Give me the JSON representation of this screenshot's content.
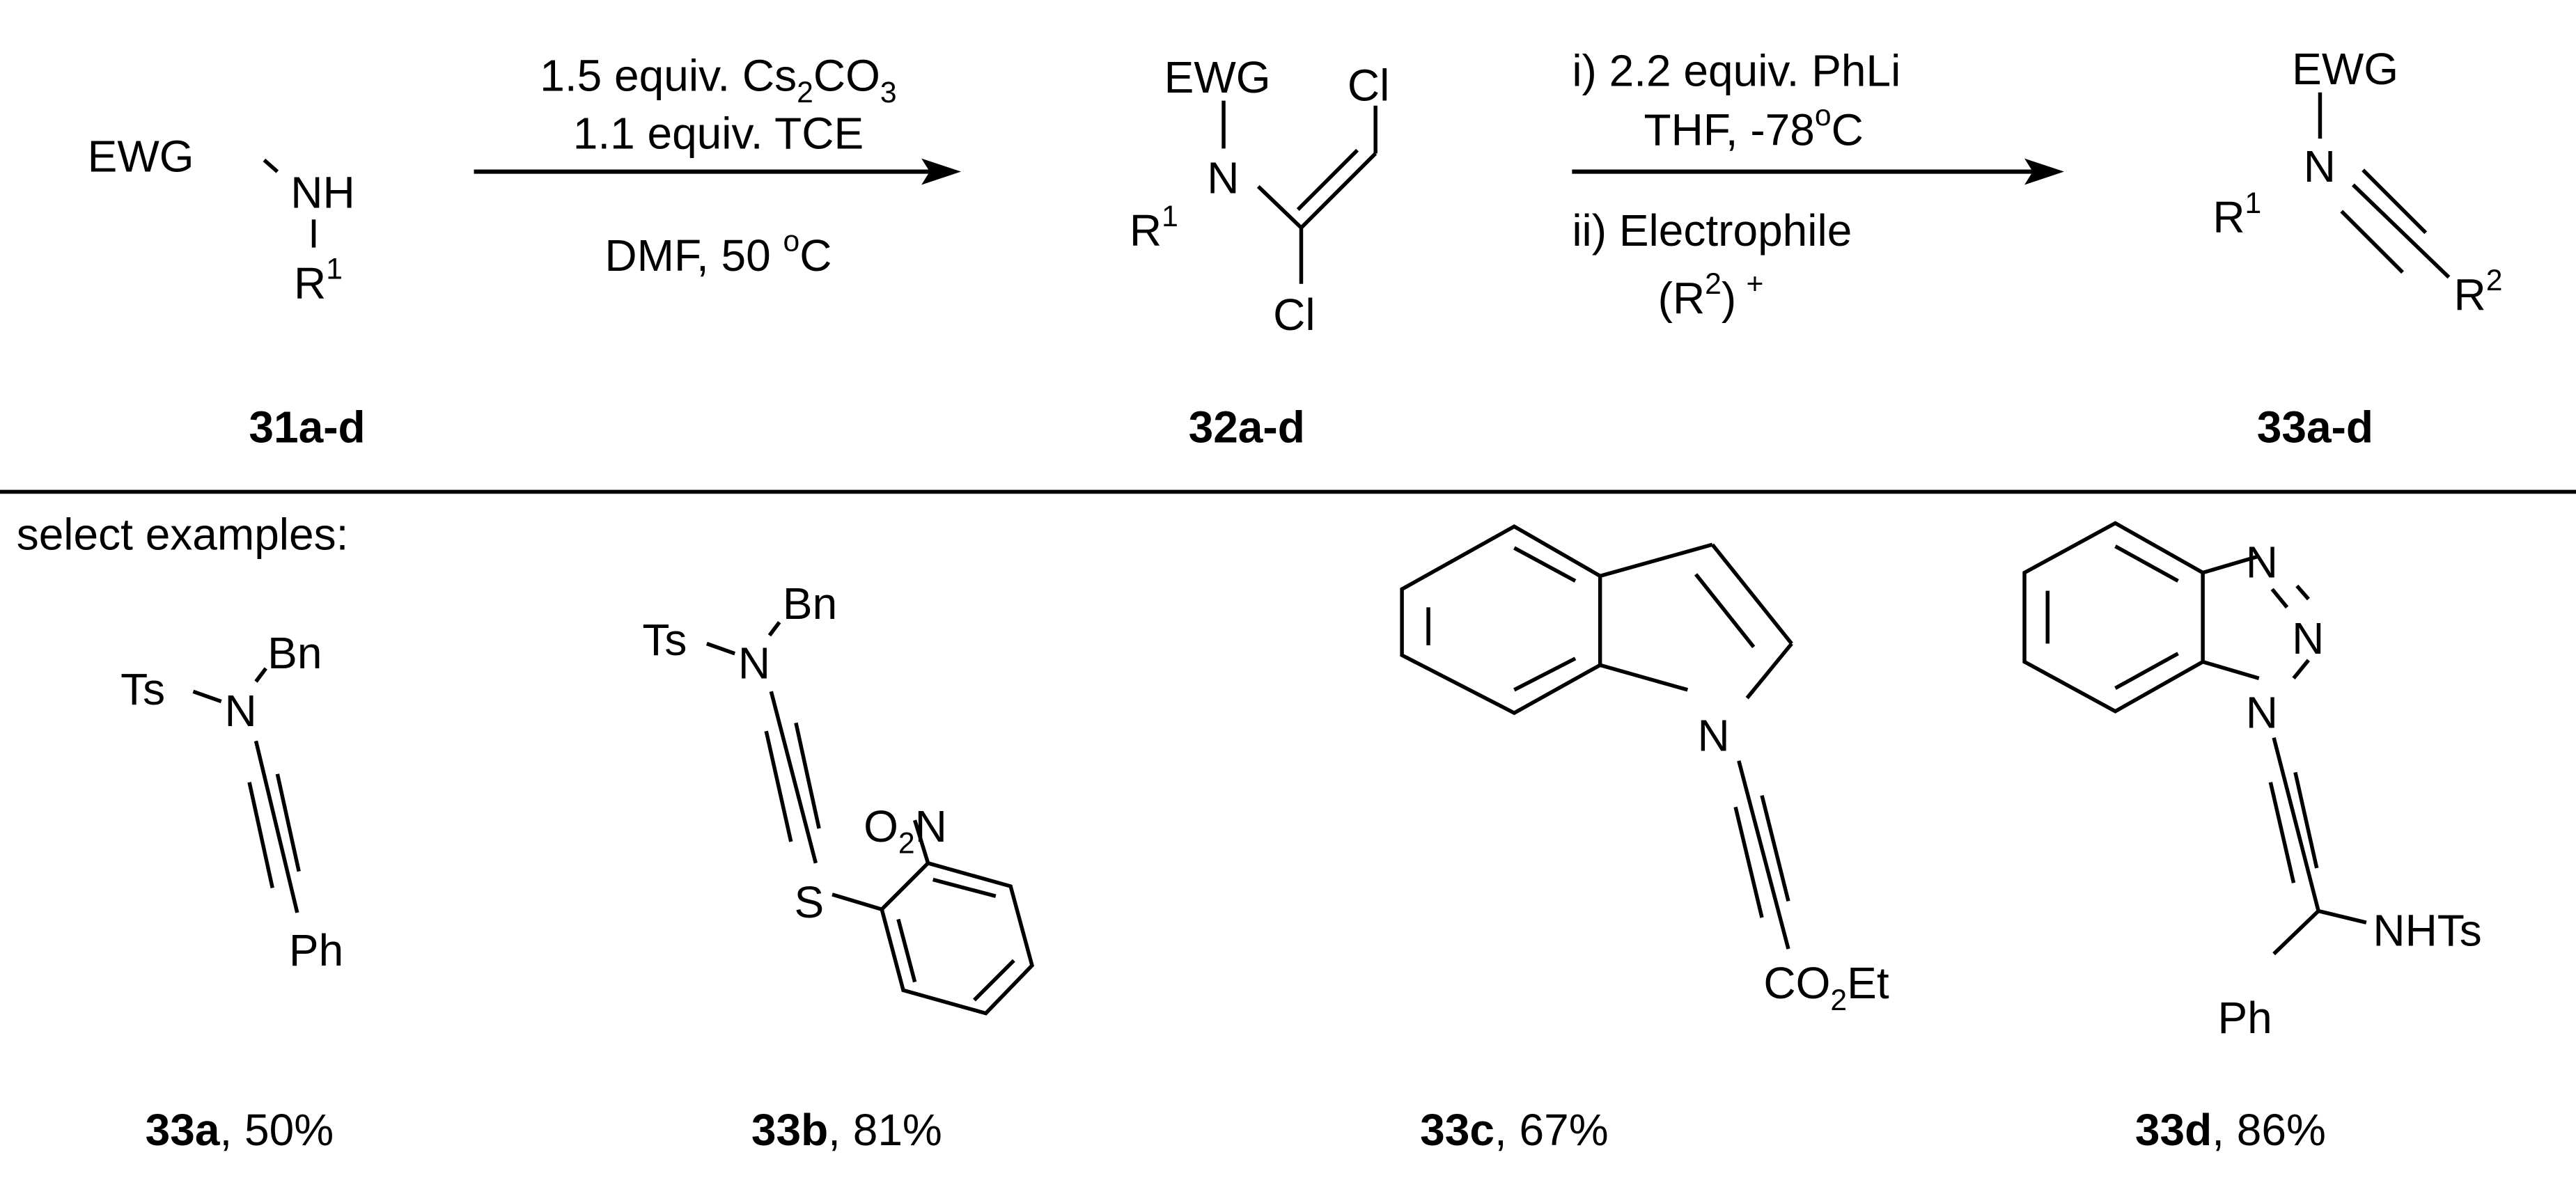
{
  "scheme": {
    "step1": {
      "conditions_above": [
        "1.5 equiv. Cs",
        "2",
        "CO",
        "3",
        "1.1 equiv. TCE"
      ],
      "reagent1": {
        "prefix": "1.5 equiv. Cs",
        "sub1": "2",
        "mid": "CO",
        "sub2": "3"
      },
      "reagent2": "1.1 equiv. TCE",
      "conditions_below": "DMF, 50 ",
      "temp_degree": "o",
      "temp_unit": "C"
    },
    "step2": {
      "line1": "i) 2.2 equiv. PhLi",
      "line2_prefix": "THF, -78",
      "line2_degree": "o",
      "line2_unit": "C",
      "line3": "ii) Electrophile",
      "line4_open": "(R",
      "line4_sup": "2",
      "line4_close": ")",
      "line4_charge": "+"
    },
    "compounds": {
      "start": {
        "label": "31a-d",
        "ewg": "EWG",
        "nh": "NH",
        "r": "R",
        "r_sup": "1"
      },
      "intermediate": {
        "label": "32a-d",
        "ewg": "EWG",
        "n": "N",
        "r": "R",
        "r_sup": "1",
        "cl_top": "Cl",
        "cl_bottom": "Cl"
      },
      "product": {
        "label": "33a-d",
        "ewg": "EWG",
        "n": "N",
        "r1": "R",
        "r1_sup": "1",
        "r2": "R",
        "r2_sup": "2"
      }
    },
    "examples_heading": "select examples:",
    "examples": [
      {
        "id": "33a",
        "yield": ", 50%",
        "atoms": {
          "ts": "Ts",
          "n": "N",
          "bn": "Bn",
          "ph": "Ph"
        }
      },
      {
        "id": "33b",
        "yield": ", 81%",
        "atoms": {
          "ts": "Ts",
          "n": "N",
          "bn": "Bn",
          "s": "S",
          "o2n_o": "O",
          "o2n_sub": "2",
          "o2n_n": "N"
        }
      },
      {
        "id": "33c",
        "yield": ", 67%",
        "atoms": {
          "n": "N",
          "co": "CO",
          "co_sub": "2",
          "et": "Et"
        }
      },
      {
        "id": "33d",
        "yield": ", 86%",
        "atoms": {
          "n1": "N",
          "n2": "N",
          "n3": "N",
          "ph": "Ph",
          "nhts": "NHTs"
        }
      }
    ]
  }
}
